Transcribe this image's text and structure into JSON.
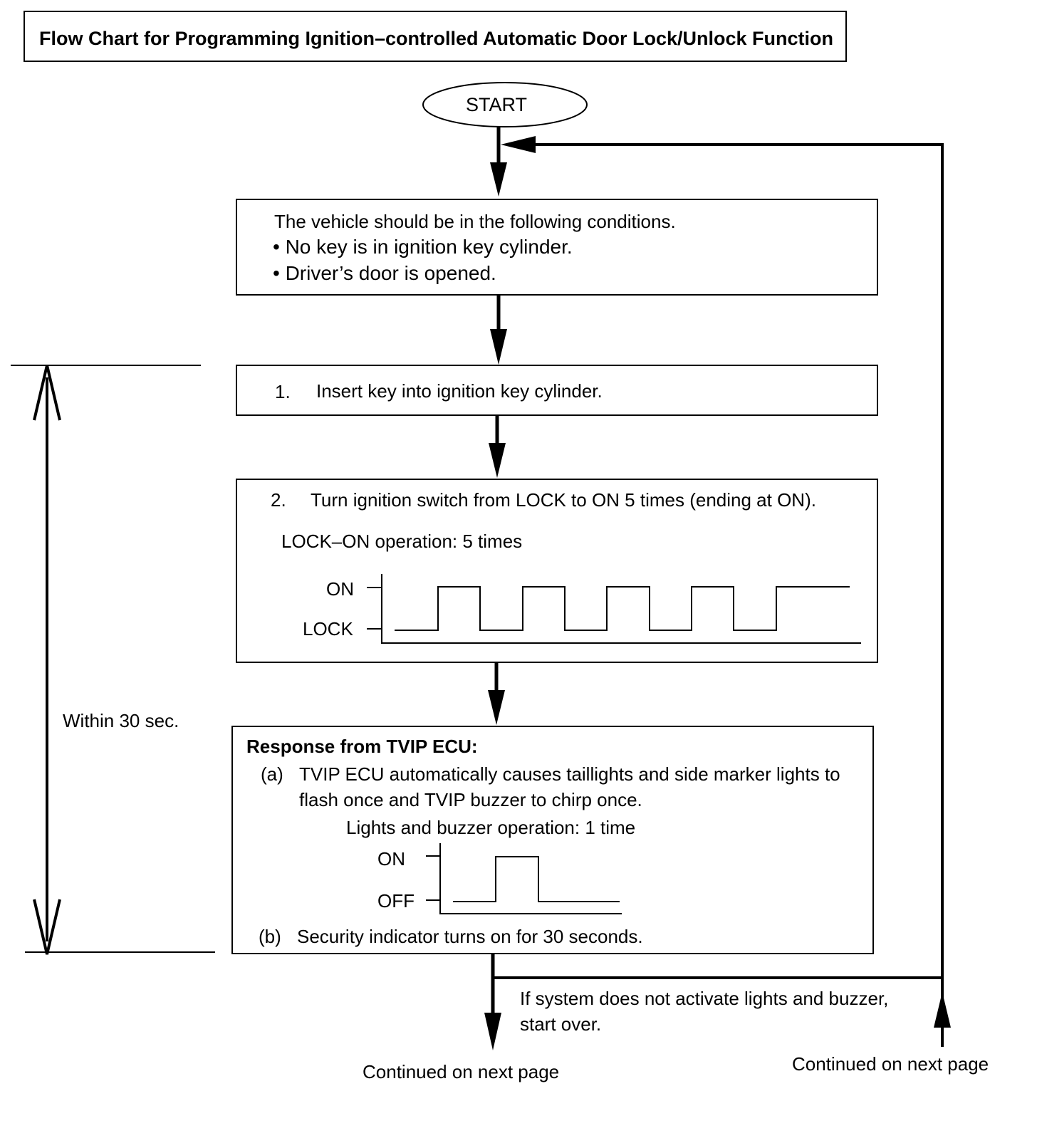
{
  "title": "Flow Chart for Programming Ignition–controlled Automatic Door Lock/Unlock Function",
  "start": "START",
  "conditions": {
    "heading": "The vehicle should be in the following conditions.",
    "items": [
      "• No key is in ignition key cylinder.",
      "• Driver’s door is opened."
    ]
  },
  "step1": {
    "num": "1.",
    "text": "Insert key into ignition key cylinder."
  },
  "step2": {
    "num": "2.",
    "text": "Turn ignition switch from LOCK to ON 5 times (ending at ON).",
    "op_label": "LOCK–ON operation: 5 times",
    "high": "ON",
    "low": "LOCK"
  },
  "response": {
    "heading": "Response from TVIP ECU:",
    "a_label": "(a)",
    "a_line1": "TVIP ECU automatically causes taillights and side marker lights to",
    "a_line2": "flash once and TVIP buzzer to chirp once.",
    "op_label": "Lights and buzzer operation: 1 time",
    "high": "ON",
    "low": "OFF",
    "b_label": "(b)",
    "b_text": "Security indicator turns on for 30 seconds."
  },
  "timing": "Within 30 sec.",
  "retry_line1": "If system does not activate lights and buzzer,",
  "retry_line2": "start over.",
  "continued_left": "Continued on next page",
  "continued_right": "Continued on next page"
}
